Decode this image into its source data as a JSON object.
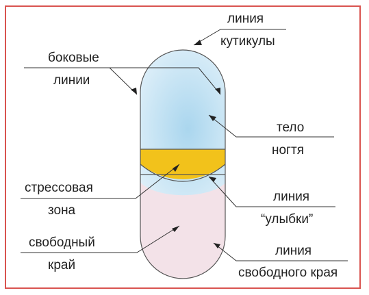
{
  "colors": {
    "frame": "#d9534f",
    "nail_body": "#b9def0",
    "stress_zone": "#f2c21b",
    "free_edge": "#f3e2e8",
    "stroke": "#555555",
    "text": "#222222"
  },
  "labels": {
    "cuticle_line_1": "линия",
    "cuticle_line_2": "кутикулы",
    "side_lines_1": "боковые",
    "side_lines_2": "линии",
    "nail_body_1": "тело",
    "nail_body_2": "ногтя",
    "stress_zone_1": "стрессовая",
    "stress_zone_2": "зона",
    "smile_line_1": "линия",
    "smile_line_2": "“улыбки”",
    "free_edge_1": "свободный",
    "free_edge_2": "край",
    "free_edge_line_1": "линия",
    "free_edge_line_2": "свободного края"
  }
}
